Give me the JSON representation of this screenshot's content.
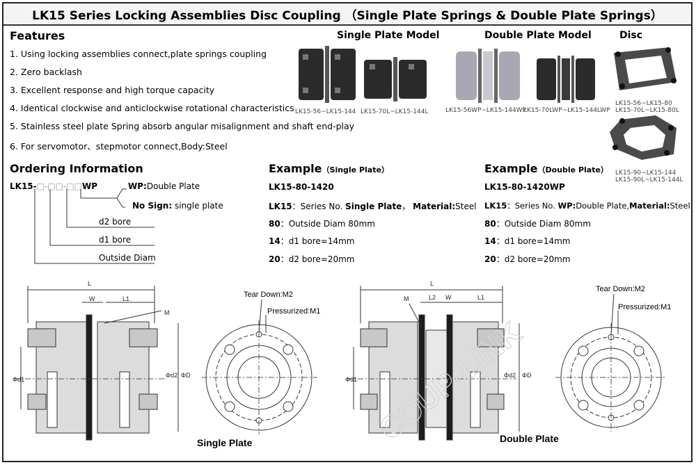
{
  "title": "LK15 Series Locking Assemblies Disc Coupling （Single Plate Springs & Double Plate Springs）",
  "features": {
    "heading": "Features",
    "items": [
      "1. Using locking assemblies connect,plate springs coupling",
      "2. Zero backlash",
      "3. Excellent response and high torque capacity",
      "4. Identical clockwise and anticlockwise rotational characteristics",
      "5. Stainless steel plate Spring absorb angular misalignment and shaft end-play",
      "6. For servomotor、stepmotor connect,Body:Steel"
    ]
  },
  "models": {
    "single": {
      "heading": "Single Plate Model",
      "captions": [
        "LK15-56~LK15-144",
        "LK15-70L~LK15-144L"
      ]
    },
    "double": {
      "heading": "Double Plate Model",
      "captions": [
        "LK15-56WP~LK15-144WP",
        "LK15-70LWP~LK15-144LWP"
      ]
    },
    "disc": {
      "heading": "Disc",
      "captions": [
        [
          "LK15-56~LK15-80",
          "LK15-70L~LK15-80L"
        ],
        [
          "LK15-90~LK15-144",
          "LK15-90L~LK15-144L"
        ]
      ]
    }
  },
  "ordering": {
    "heading": "Ordering Information",
    "code_prefix": "LK15-",
    "code_boxes": "□-□□-□□",
    "code_suffix": "WP",
    "wp_label": "WP:",
    "wp_text": "Double Plate",
    "nosign_label": "No Sign:",
    "nosign_text": "single plate",
    "labels": [
      "d2 bore",
      "d1 bore",
      "Outside Diam"
    ]
  },
  "example_single": {
    "heading": "Example",
    "subheading": "（Single Plate）",
    "code": "LK15-80-1420",
    "line1_key": "LK15",
    "line1_text": "：Series No.",
    "line1_bold": "Single Plate",
    "line1_sep": "，",
    "line1_mat": "Material:",
    "line1_matv": "Steel",
    "lines": [
      {
        "k": "80",
        "v": "：Outside Diam 80mm"
      },
      {
        "k": "14",
        "v": "：d1 bore=14mm"
      },
      {
        "k": "20",
        "v": "：d2 bore=20mm"
      }
    ]
  },
  "example_double": {
    "heading": "Example",
    "subheading": "（Double Plate）",
    "code": "LK15-80-1420WP",
    "line1_key": "LK15",
    "line1_text": "：Series No.",
    "line1_bold": "WP:",
    "line1_boldv": "Double Plate,",
    "line1_mat": "Material:",
    "line1_matv": "Steel",
    "lines": [
      {
        "k": "80",
        "v": "：Outside Diam 80mm"
      },
      {
        "k": "14",
        "v": "：d1 bore=14mm"
      },
      {
        "k": "20",
        "v": "：d2 bore=20mm"
      }
    ]
  },
  "drawings": {
    "single_caption": "Single Plate",
    "double_caption": "Double Plate",
    "tear_down": "Tear Down:M2",
    "pressurized": "Pressurized:M1",
    "dims": {
      "L": "L",
      "W": "W",
      "L1": "L1",
      "L2": "L2",
      "M": "M",
      "d1": "Φd1",
      "d2": "Φd2",
      "D": "ΦD"
    }
  },
  "watermark": "COUP-LINK",
  "colors": {
    "metal_dark": "#2b2b2b",
    "metal_light": "#b8b8b8",
    "drawing_fill": "#dcdcdc",
    "line": "#333333"
  }
}
